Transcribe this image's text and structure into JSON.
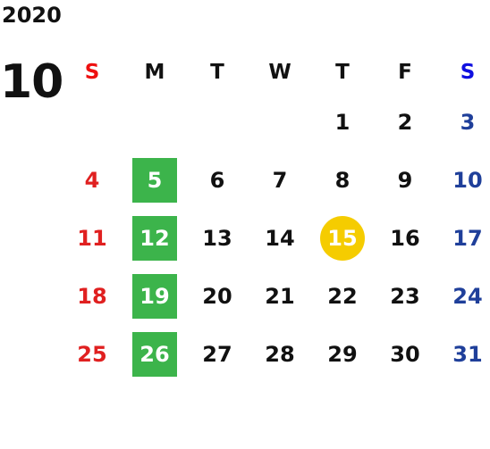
{
  "calendar": {
    "year": "2020",
    "month": "10",
    "weekdays": [
      "S",
      "M",
      "T",
      "W",
      "T",
      "F",
      "S"
    ],
    "weeks": [
      [
        "",
        "",
        "",
        "",
        "1",
        "2",
        "3"
      ],
      [
        "4",
        "5",
        "6",
        "7",
        "8",
        "9",
        "10"
      ],
      [
        "11",
        "12",
        "13",
        "14",
        "15",
        "16",
        "17"
      ],
      [
        "18",
        "19",
        "20",
        "21",
        "22",
        "23",
        "24"
      ],
      [
        "25",
        "26",
        "27",
        "28",
        "29",
        "30",
        "31"
      ]
    ],
    "highlighted_days": [
      "5",
      "12",
      "19",
      "26"
    ],
    "today": "15"
  },
  "colors": {
    "sunday": "#e02020",
    "saturday": "#1f3f9a",
    "highlight": "#3cb44b",
    "today": "#f5cc00",
    "text": "#111111"
  }
}
